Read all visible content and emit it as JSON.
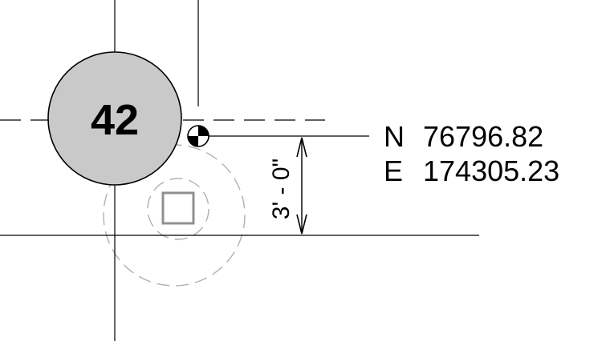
{
  "grid_tag": {
    "label": "42"
  },
  "coordinates": {
    "north_prefix": "N",
    "north_value": "76796.82",
    "east_prefix": "E",
    "east_value": "174305.23"
  },
  "dimension": {
    "label": "3' - 0\""
  },
  "colors": {
    "line": "#000000",
    "tag_fill": "#c9c9c9",
    "hidden_line": "#aaaaaa",
    "background": "#ffffff"
  },
  "icons": {
    "survey_point": "survey-point-marker-icon",
    "column": "column-square-icon"
  }
}
